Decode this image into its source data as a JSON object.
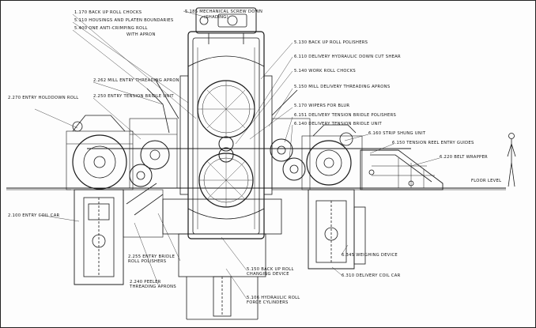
{
  "diagram": {
    "stroke_color": "#1a1a1a",
    "background_color": "#fdfdfd",
    "labels": {
      "l01": "1.170 BACK UP ROLL CHOCKS",
      "l02": "5.185 MECHANICAL SCREW DOWN",
      "l02b": "(SHADING)",
      "l03": "5.110 HOUSINGS AND PLATEN BOUNDARIES",
      "l04": "5.400 ONE ANTI-CRIMPING ROLL",
      "l04b": "WITH APRON",
      "l05": "5.130 BACK UP ROLL POLISHERS",
      "l06": "6.110 DELIVERY HYDRAULIC DOWN CUT SHEAR",
      "l07": "5.140 WORK ROLL CHOCKS",
      "l08": "5.150 MILL DELIVERY THREADING APRONS",
      "l09": "2.262 MILL ENTRY THREADING APRON",
      "l10": "2.250 ENTRY TENSION BRIDLE UNIT",
      "l11": "2.270 ENTRY HOLDDOWN ROLL",
      "l12": "5.170 WIPERS FOR BLUR",
      "l13": "6.151 DELIVERY TENSION BRIDLE POLISHERS",
      "l14": "6.140 DELIVERY TENSION BRIDLE UNIT",
      "l15": "6.160 STRIP SHUNG UNIT",
      "l16": "6.150 TENSION REEL ENTRY GUIDES",
      "l17": "6.220 BELT WRAPPER",
      "l18": "FLOOR LEVEL",
      "l19": "2.100 ENTRY COIL CAR",
      "l20": "2.255 ENTRY BRIDLE ROLL POLISHERS",
      "l21": "2.240 PEELER THREADING APRONS",
      "l22": "5.150 BACK UP ROLL CHANGING DEVICE",
      "l23": "5.106 HYDRAULIC ROLL FORCE CYLINDERS",
      "l24": "6.345 WEIGHING DEVICE",
      "l25": "6.310 DELIVERY COIL CAR"
    }
  }
}
